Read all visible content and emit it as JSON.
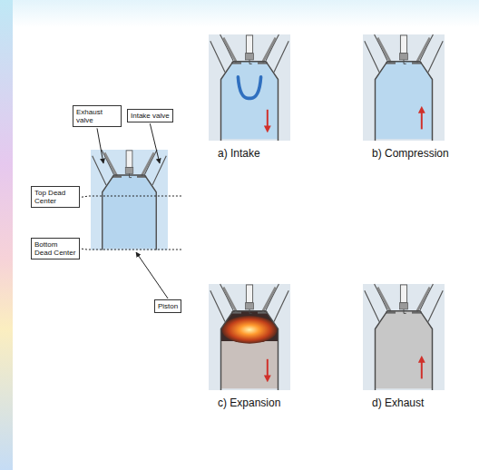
{
  "diagram": {
    "nodes": [
      {
        "text": [
          "Exhaust valve"
        ]
      },
      {
        "text": [
          "Intake valve"
        ]
      },
      {
        "text": [
          "Top Dead Center"
        ]
      },
      {
        "text": [
          "Bottom Dead Center"
        ]
      },
      {
        "text": [
          "Piston"
        ]
      }
    ],
    "labels": [
      "a) Intake",
      "b) Compression",
      "c) Expansion",
      "d) Exhaust"
    ]
  }
}
